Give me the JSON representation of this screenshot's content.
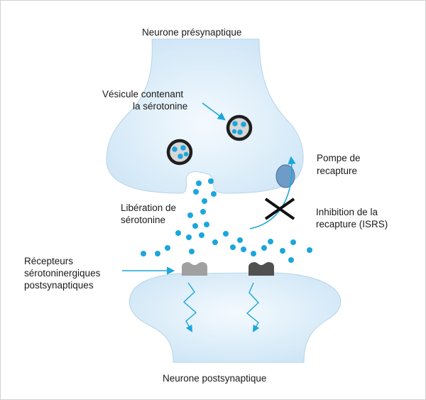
{
  "labels": {
    "presynaptic": "Neurone présynaptique",
    "vesicle_line1": "Vésicule contenant",
    "vesicle_line2": "la sérotonine",
    "pump_line1": "Pompe de",
    "pump_line2": "recapture",
    "release_line1": "Libération de",
    "release_line2": "sérotonine",
    "inhibition_line1": "Inhibition de la",
    "inhibition_line2": "recapture (ISRS)",
    "receptors_line1": "Récepteurs",
    "receptors_line2": "sérotoninergiques",
    "receptors_line3": "postsynaptiques",
    "postsynaptic": "Neurone postsynaptique"
  },
  "colors": {
    "neuron_fill": "#dcedf8",
    "serotonin": "#1ba6dc",
    "arrow": "#1ba6dc",
    "pump": "#6f9cc7",
    "receptor_light": "#a0a0a0",
    "receptor_dark": "#505050",
    "vesicle_ring": "#1f1f1f",
    "inhibition_cross": "#111111"
  }
}
